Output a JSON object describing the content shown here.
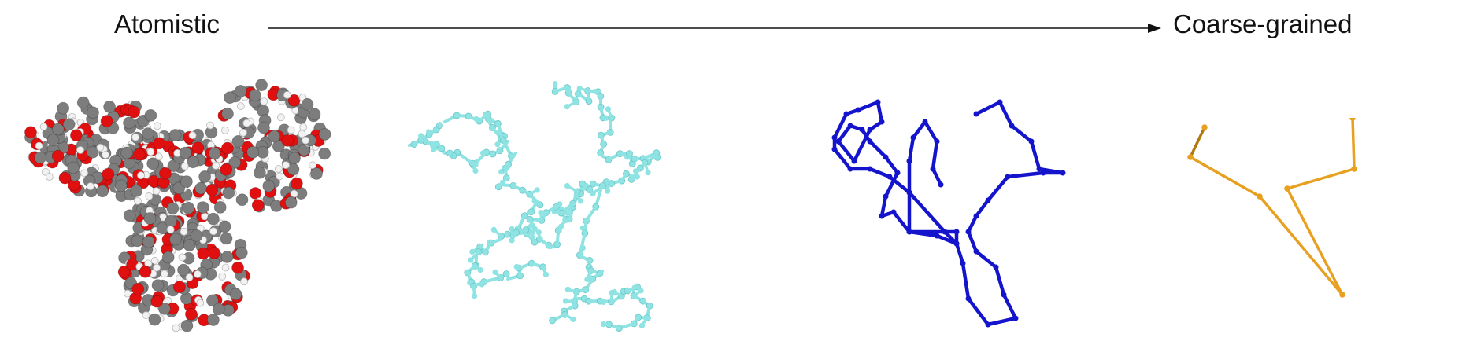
{
  "header": {
    "left_label": "Atomistic",
    "right_label": "Coarse-grained"
  },
  "colors": {
    "text": "#111111",
    "arrow": "#111111",
    "carbon": "#7d7d7d",
    "oxygen": "#e01010",
    "hydrogen": "#f2f2f2",
    "bead_model": "#8fe3e3",
    "chain_model": "#1414cc",
    "coarse_model": "#e8a020"
  },
  "panels": [
    {
      "name": "atomistic-model",
      "representation": "space-filling atoms"
    },
    {
      "name": "united-atom-model",
      "representation": "ball-and-stick beads"
    },
    {
      "name": "residue-chain-model",
      "representation": "bead chain"
    },
    {
      "name": "coarse-grained-model",
      "representation": "few-bead chain"
    }
  ]
}
